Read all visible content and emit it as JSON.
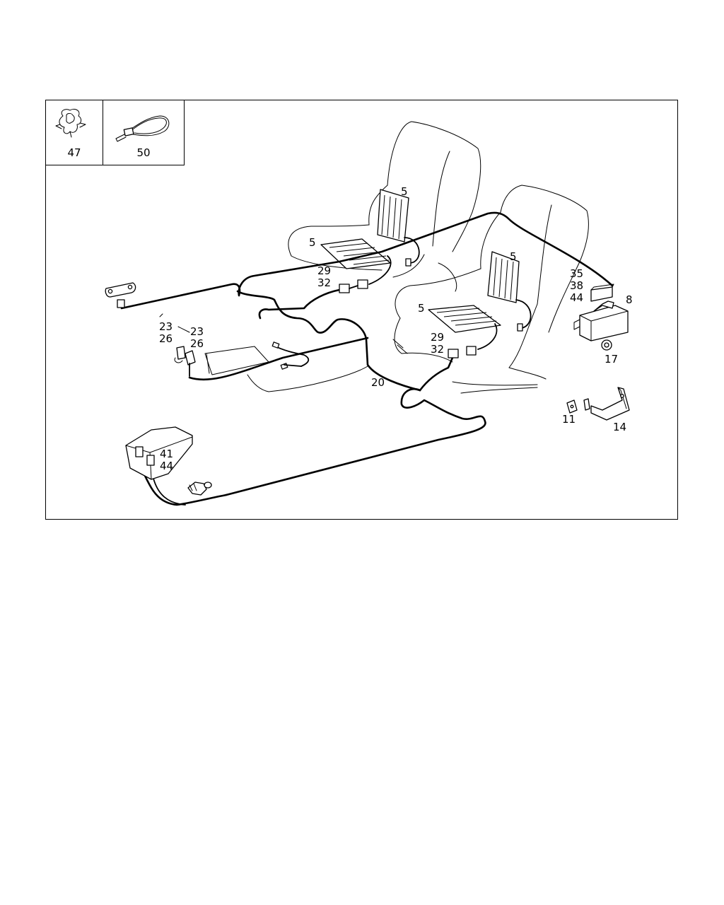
{
  "insets": [
    {
      "label": "47",
      "icon": "clip-icon"
    },
    {
      "label": "50",
      "icon": "cable-tie-icon"
    }
  ],
  "callouts": {
    "c5a": "5",
    "c5b": "5",
    "c5c": "5",
    "c5d": "5",
    "c29a": "29",
    "c32a": "32",
    "c29b": "29",
    "c32b": "32",
    "c35": "35",
    "c38": "38",
    "c44a": "44",
    "c8": "8",
    "c17": "17",
    "c23a": "23",
    "c26a": "26",
    "c23b": "23",
    "c26b": "26",
    "c20": "20",
    "c11": "11",
    "c14": "14",
    "c41": "41",
    "c44b": "44"
  }
}
